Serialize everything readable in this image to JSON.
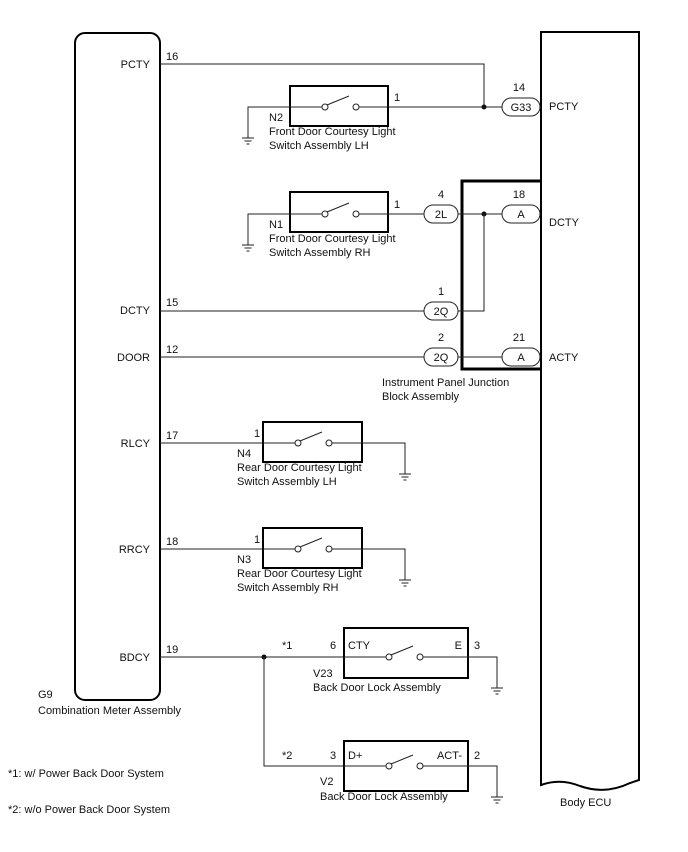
{
  "combination_meter": {
    "code": "G9",
    "name": "Combination Meter Assembly",
    "pins": [
      {
        "label": "PCTY",
        "num": "16"
      },
      {
        "label": "DCTY",
        "num": "15"
      },
      {
        "label": "DOOR",
        "num": "12"
      },
      {
        "label": "RLCY",
        "num": "17"
      },
      {
        "label": "RRCY",
        "num": "18"
      },
      {
        "label": "BDCY",
        "num": "19"
      }
    ]
  },
  "body_ecu": {
    "name": "Body ECU",
    "pins": [
      {
        "label": "PCTY",
        "num": "14",
        "conn": "G33"
      },
      {
        "label": "DCTY",
        "num": "18",
        "conn": "A"
      },
      {
        "label": "ACTY",
        "num": "21",
        "conn": "A"
      }
    ]
  },
  "junction_block": {
    "name_line1": "Instrument Panel Junction",
    "name_line2": "Block Assembly",
    "connectors": [
      {
        "conn": "2L",
        "num": "4"
      },
      {
        "conn": "2Q",
        "num": "1"
      },
      {
        "conn": "2Q",
        "num": "2"
      }
    ]
  },
  "switches": [
    {
      "code": "N2",
      "pin": "1",
      "name_line1": "Front Door Courtesy Light",
      "name_line2": "Switch Assembly LH"
    },
    {
      "code": "N1",
      "pin": "1",
      "name_line1": "Front Door Courtesy Light",
      "name_line2": "Switch Assembly RH"
    },
    {
      "code": "N4",
      "pin": "1",
      "name_line1": "Rear Door Courtesy Light",
      "name_line2": "Switch Assembly LH"
    },
    {
      "code": "N3",
      "pin": "1",
      "name_line1": "Rear Door Courtesy Light",
      "name_line2": "Switch Assembly RH"
    }
  ],
  "back_door_locks": [
    {
      "code": "V23",
      "name": "Back Door Lock Assembly",
      "note": "*1",
      "pin_left": "6",
      "pin_right": "3",
      "term_left": "CTY",
      "term_right": "E"
    },
    {
      "code": "V2",
      "name": "Back Door Lock Assembly",
      "note": "*2",
      "pin_left": "3",
      "pin_right": "2",
      "term_left": "D+",
      "term_right": "ACT-"
    }
  ],
  "notes": [
    "*1: w/ Power Back Door System",
    "*2: w/o Power Back Door System"
  ]
}
